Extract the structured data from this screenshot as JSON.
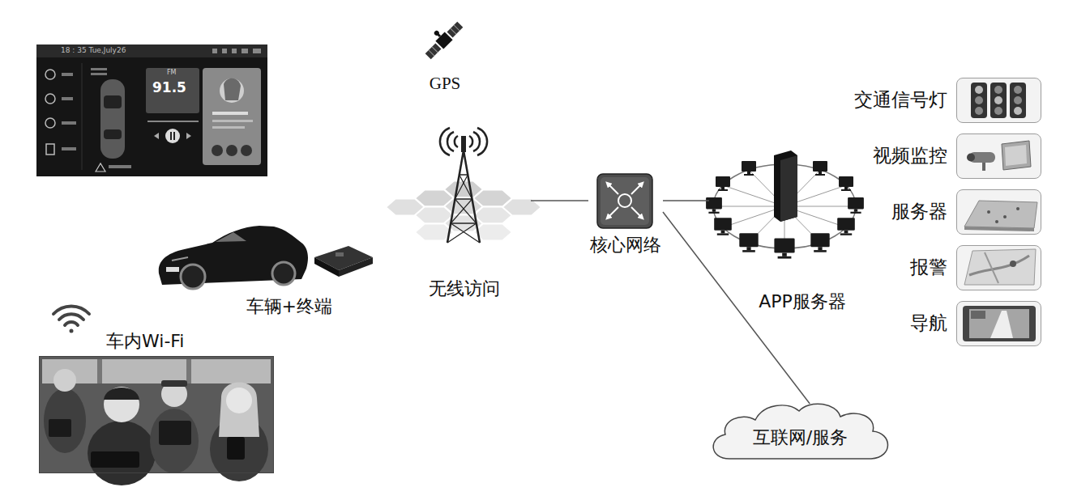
{
  "diagram": {
    "nodes": [
      {
        "text": [
          "GPS"
        ]
      },
      {
        "text": [
          "无线访问"
        ]
      },
      {
        "text": [
          "核心网络"
        ]
      },
      {
        "text": [
          "APP服务器"
        ]
      },
      {
        "text": [
          "交通信号灯"
        ]
      },
      {
        "text": [
          "视频监控"
        ]
      },
      {
        "text": [
          "服务器"
        ]
      },
      {
        "text": [
          "报警"
        ]
      },
      {
        "text": [
          "导航"
        ]
      },
      {
        "text": [
          "车辆+终端"
        ]
      },
      {
        "text": [
          "车内Wi-Fi"
        ]
      },
      {
        "text": [
          "互联网/服务"
        ]
      }
    ],
    "edges": [
      {
        "from": 1,
        "to": 2,
        "arrow": "none"
      },
      {
        "from": 2,
        "to": 3,
        "arrow": "none"
      },
      {
        "from": 2,
        "to": 11,
        "arrow": "none"
      }
    ],
    "labels": [
      "18 : 35 Tue,July26",
      "FM",
      "91.5"
    ]
  }
}
